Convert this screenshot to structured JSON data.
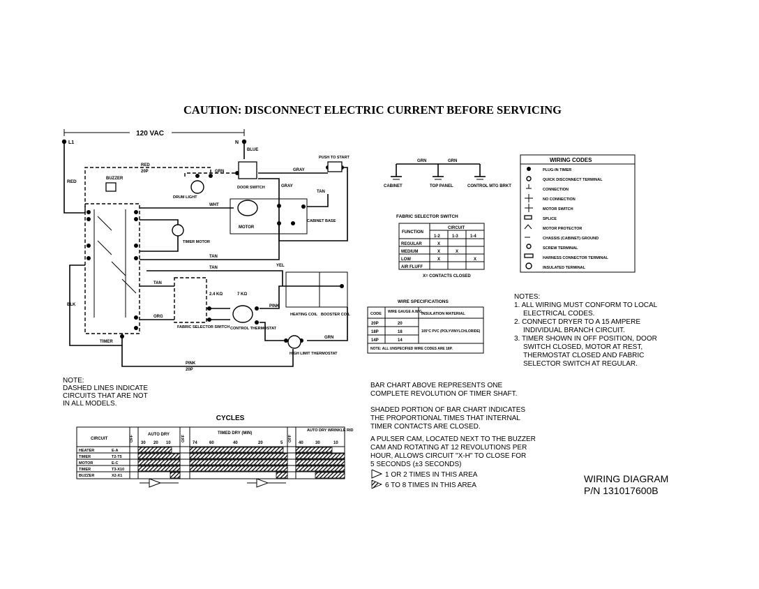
{
  "caution": "CAUTION: DISCONNECT ELECTRIC CURRENT BEFORE SERVICING",
  "supply": {
    "voltage": "120 VAC",
    "l1": "L1",
    "n": "N"
  },
  "wire_colors": {
    "red": "RED",
    "red20": "RED",
    "ga20": "20P",
    "blue": "BLUE",
    "gray": "GRAY",
    "tan": "TAN",
    "wht": "WHT",
    "pink": "PINK",
    "yel": "YEL",
    "grn": "GRN",
    "org": "ORG",
    "blk": "BLK"
  },
  "components": {
    "buzzer": "BUZZER",
    "drum_light": "DRUM LIGHT",
    "door_switch": "DOOR SWITCH",
    "push_to_start": "PUSH TO START",
    "motor": "MOTOR",
    "timer_motor": "TIMER MOTOR",
    "cabinet_base": "CABINET BASE",
    "fabric_selector_switch": "FABRIC SELECTOR SWITCH",
    "control_thermostat": "CONTROL THERMOSTAT",
    "heating_coil": "HEATING COIL",
    "booster_coil": "BOOSTER COIL",
    "high_limit_thermostat": "HIGH LIMIT THERMOSTAT",
    "timer": "TIMER",
    "resistor": "2.4 KΩ",
    "resistor2": "7 KΩ"
  },
  "grounds": {
    "wire1": "GRN",
    "wire2": "GRN",
    "cabinet": "CABINET",
    "top_panel": "TOP PANEL",
    "control_mtg_brkt": "CONTROL MTG BRKT"
  },
  "fabric_table": {
    "title": "FABRIC SELECTOR SWITCH",
    "header_function": "FUNCTION",
    "header_circuit": "CIRCUIT",
    "cols": [
      "1-2",
      "1-3",
      "1-4"
    ],
    "rows": [
      {
        "name": "REGULAR",
        "marks": [
          "X",
          "",
          ""
        ]
      },
      {
        "name": "MEDIUM",
        "marks": [
          "X",
          "X",
          ""
        ]
      },
      {
        "name": "LOW",
        "marks": [
          "X",
          "",
          "X"
        ]
      },
      {
        "name": "AIR FLUFF",
        "marks": [
          "",
          "",
          ""
        ]
      }
    ],
    "note": "X= CONTACTS CLOSED"
  },
  "wire_spec": {
    "title": "WIRE SPECIFICATIONS",
    "headers": [
      "CODE",
      "WIRE GAUGE A.W.G.",
      "INSULATION MATERIAL"
    ],
    "rows": [
      {
        "code": "20P",
        "gauge": "20"
      },
      {
        "code": "18P",
        "gauge": "18"
      },
      {
        "code": "14P",
        "gauge": "14"
      }
    ],
    "material": "105°C PVC (POLYVINYLCHLORIDE)",
    "note": "NOTE: ALL UNSPECIFIED WIRE CODES ARE 18P."
  },
  "wiring_codes": {
    "title": "WIRING CODES",
    "items": [
      "PLUG-IN TIMER",
      "QUICK DISCONNECT TERMINAL",
      "CONNECTION",
      "NO CONNECTION",
      "MOTOR SWITCH",
      "SPLICE",
      "MOTOR PROTECTOR",
      "CHASSIS (CABINET) GROUND",
      "SCREW TERMINAL",
      "HARNESS CONNECTOR TERMINAL",
      "INSULATED TERMINAL"
    ]
  },
  "notes": {
    "title": "NOTES:",
    "items": [
      [
        "1. ALL WIRING MUST CONFORM TO LOCAL",
        "ELECTRICAL CODES."
      ],
      [
        "2. CONNECT DRYER TO A 15 AMPERE",
        "INDIVIDUAL BRANCH CIRCUIT."
      ],
      [
        "3. TIMER SHOWN IN OFF POSITION, DOOR",
        "SWITCH CLOSED, MOTOR AT REST,",
        "THERMOSTAT CLOSED AND FABRIC",
        "SELECTOR SWITCH AT REGULAR."
      ]
    ]
  },
  "dashed_note": [
    "NOTE:",
    "DASHED LINES INDICATE",
    "CIRCUITS THAT ARE NOT",
    "IN ALL MODELS."
  ],
  "cycles": {
    "title": "CYCLES",
    "header_circuit": "CIRCUIT",
    "off": "OFF",
    "sections": [
      "AUTO DRY",
      "TIMED DRY (MIN)",
      "AUTO DRY WRINKLE RID"
    ],
    "auto_ticks": [
      "30",
      "20",
      "10"
    ],
    "timed_ticks": [
      "74",
      "60",
      "40",
      "20",
      "5"
    ],
    "wr_ticks": [
      "40",
      "30",
      "10"
    ],
    "rows": [
      {
        "name": "HEATER",
        "pins": "E-A"
      },
      {
        "name": "TIMER",
        "pins": "T2-T5"
      },
      {
        "name": "MOTOR",
        "pins": "E-C"
      },
      {
        "name": "TIMER",
        "pins": "T3-X10"
      },
      {
        "name": "BUZZER",
        "pins": "X2-X1"
      }
    ]
  },
  "bar_notes": [
    [
      "BAR CHART ABOVE REPRESENTS ONE",
      "COMPLETE REVOLUTION OF TIMER SHAFT."
    ],
    [
      "SHADED PORTION OF BAR CHART INDICATES",
      "THE PROPORTIONAL TIMES THAT INTERNAL",
      "TIMER CONTACTS ARE CLOSED."
    ],
    [
      "A PULSER CAM, LOCATED NEXT TO THE BUZZER",
      "CAM AND ROTATING AT 12 REVOLUTIONS PER",
      "HOUR, ALLOWS CIRCUIT \"X-H\" TO CLOSE FOR",
      "5 SECONDS (±3 SECONDS)"
    ]
  ],
  "legend": [
    "1 OR 2 TIMES IN THIS AREA",
    "6 TO 8 TIMES IN THIS AREA"
  ],
  "footer": {
    "title": "WIRING DIAGRAM",
    "part": "P/N 131017600B"
  }
}
